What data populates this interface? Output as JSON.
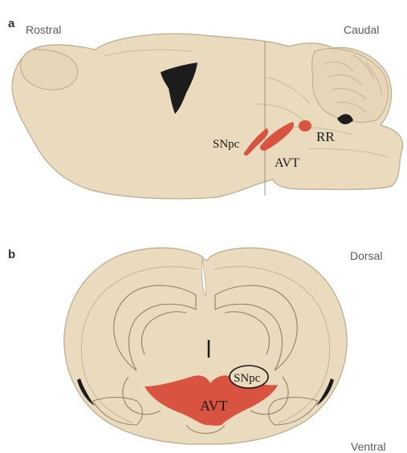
{
  "panel_a": {
    "letter": "a",
    "orientation_left": "Rostral",
    "orientation_right": "Caudal",
    "labels": {
      "snpc": "SNpc",
      "avt": "AVT",
      "rr": "RR"
    }
  },
  "panel_b": {
    "letter": "b",
    "orientation_top": "Dorsal",
    "orientation_bottom": "Ventral",
    "labels": {
      "snpc": "SNpc",
      "avt": "AVT"
    }
  },
  "colors": {
    "brain_fill": "#eadbbf",
    "brain_outline": "#b9aa8c",
    "highlight_region": "#d85440",
    "ventricle": "#1c1c1c"
  }
}
